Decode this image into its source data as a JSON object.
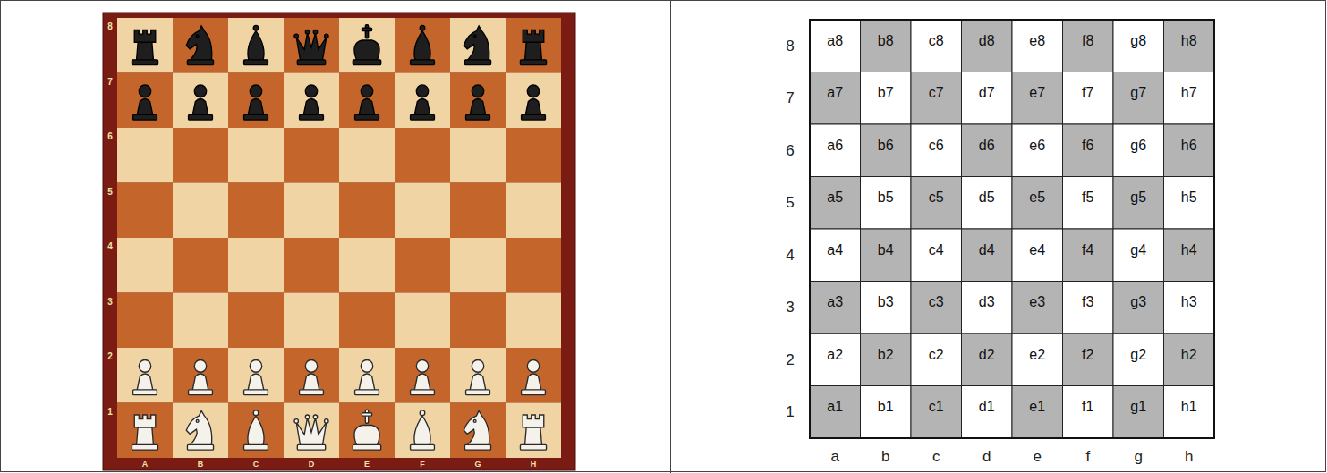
{
  "diagram": {
    "labels": [
      "8",
      "7",
      "6",
      "5",
      "4",
      "3",
      "2",
      "1",
      "A",
      "B",
      "C",
      "D",
      "E",
      "F",
      "G",
      "H",
      "a8",
      "b8",
      "c8",
      "d8",
      "e8",
      "f8",
      "g8",
      "h8",
      "a7",
      "b7",
      "c7",
      "d7",
      "e7",
      "f7",
      "g7",
      "h7",
      "a6",
      "b6",
      "c6",
      "d6",
      "e6",
      "f6",
      "g6",
      "h6",
      "a5",
      "b5",
      "c5",
      "d5",
      "e5",
      "f5",
      "g5",
      "h5",
      "a4",
      "b4",
      "c4",
      "d4",
      "e4",
      "f4",
      "g4",
      "h4",
      "a3",
      "b3",
      "c3",
      "d3",
      "e3",
      "f3",
      "g3",
      "h3",
      "a2",
      "b2",
      "c2",
      "d2",
      "e2",
      "f2",
      "g2",
      "h2",
      "a1",
      "b1",
      "c1",
      "d1",
      "e1",
      "f1",
      "g1",
      "h1",
      "8",
      "7",
      "6",
      "5",
      "4",
      "3",
      "2",
      "1",
      "a",
      "b",
      "c",
      "d",
      "e",
      "f",
      "g",
      "h"
    ]
  }
}
